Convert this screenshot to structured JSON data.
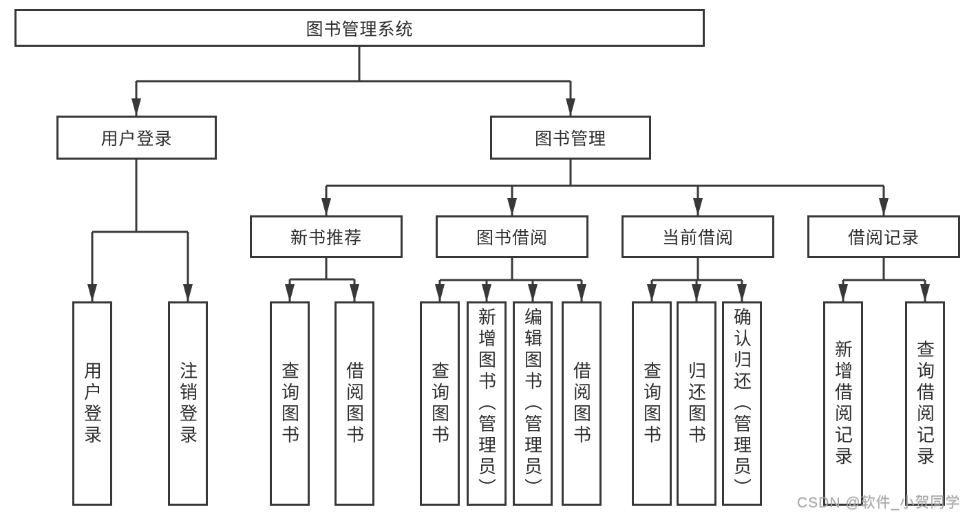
{
  "diagram": {
    "type": "hierarchy-tree",
    "line_color": "#3a3a3a",
    "box_fill": "#ffffff",
    "text_color": "#2e2e2e",
    "root": {
      "label": "图书管理系统"
    },
    "level2": [
      {
        "label": "用户登录",
        "parent": "图书管理系统"
      },
      {
        "label": "图书管理",
        "parent": "图书管理系统"
      }
    ],
    "level3": [
      {
        "label": "新书推荐",
        "parent": "图书管理"
      },
      {
        "label": "图书借阅",
        "parent": "图书管理"
      },
      {
        "label": "当前借阅",
        "parent": "图书管理"
      },
      {
        "label": "借阅记录",
        "parent": "图书管理"
      }
    ],
    "leaves": [
      {
        "label": "用户登录",
        "parent": "用户登录"
      },
      {
        "label": "注销登录",
        "parent": "用户登录"
      },
      {
        "label": "查询图书",
        "parent": "新书推荐"
      },
      {
        "label": "借阅图书",
        "parent": "新书推荐"
      },
      {
        "label": "查询图书",
        "parent": "图书借阅"
      },
      {
        "label": "新增图书（管理员）",
        "parent": "图书借阅"
      },
      {
        "label": "编辑图书（管理员）",
        "parent": "图书借阅"
      },
      {
        "label": "借阅图书",
        "parent": "图书借阅"
      },
      {
        "label": "查询图书",
        "parent": "当前借阅"
      },
      {
        "label": "归还图书",
        "parent": "当前借阅"
      },
      {
        "label": "确认归还（管理员）",
        "parent": "当前借阅"
      },
      {
        "label": "新增借阅记录",
        "parent": "借阅记录"
      },
      {
        "label": "查询借阅记录",
        "parent": "借阅记录"
      }
    ]
  },
  "watermark": {
    "text": "CSDN @软件_小贺同学"
  }
}
